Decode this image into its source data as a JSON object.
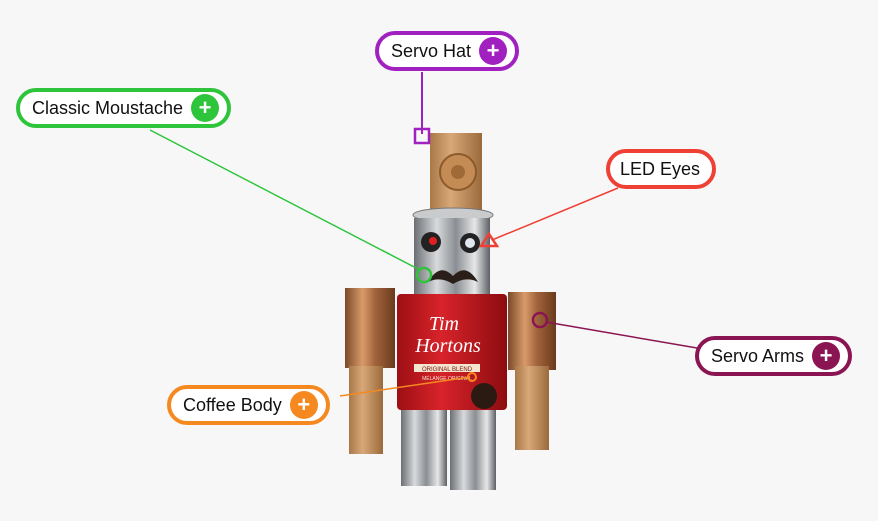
{
  "hotspots": {
    "servo_hat": {
      "label": "Servo Hat",
      "color": "#a020c0",
      "icon": "plus-icon"
    },
    "classic_moustache": {
      "label": "Classic Moustache",
      "color": "#2ec43c",
      "icon": "plus-icon"
    },
    "led_eyes": {
      "label": "LED Eyes",
      "color": "#ef4036"
    },
    "servo_arms": {
      "label": "Servo Arms",
      "color": "#8a1552",
      "icon": "plus-icon"
    },
    "coffee_body": {
      "label": "Coffee Body",
      "color": "#f5891f",
      "icon": "plus-icon"
    }
  },
  "can_logo": {
    "line1": "Tim",
    "line2": "Hortons",
    "sub1": "ORIGINAL BLEND",
    "sub2": "MÉLANGE ORIGINAL"
  },
  "plus_glyph": "+"
}
